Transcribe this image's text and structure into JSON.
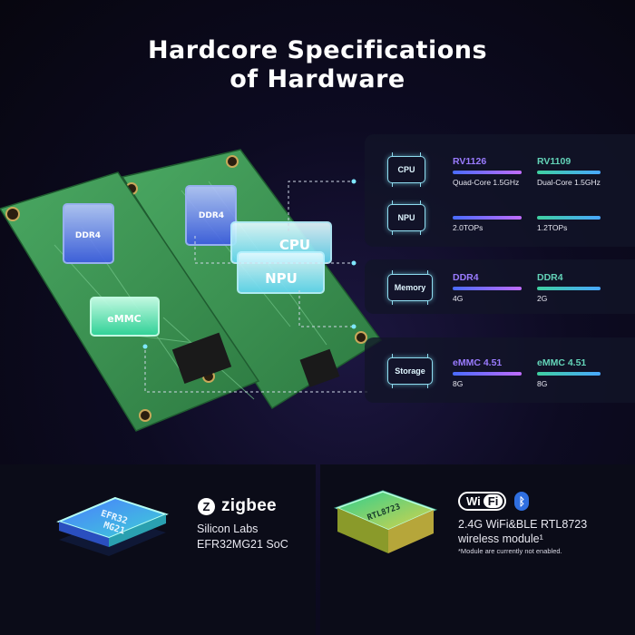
{
  "title": {
    "line1": "Hardcore Specifications",
    "line2": "of Hardware"
  },
  "illustration": {
    "chips": {
      "ddr4_left": "DDR4",
      "ddr4_right": "DDR4",
      "cpu": "CPU",
      "npu": "NPU",
      "emmc": "eMMC"
    }
  },
  "specs": {
    "cpu": {
      "icon_label": "CPU",
      "a": {
        "name": "RV1126",
        "detail": "Quad-Core 1.5GHz"
      },
      "b": {
        "name": "RV1109",
        "detail": "Dual-Core 1.5GHz"
      }
    },
    "npu": {
      "icon_label": "NPU",
      "a": {
        "detail": "2.0TOPs"
      },
      "b": {
        "detail": "1.2TOPs"
      }
    },
    "memory": {
      "icon_label": "Memory",
      "a": {
        "name": "DDR4",
        "detail": "4G"
      },
      "b": {
        "name": "DDR4",
        "detail": "2G"
      }
    },
    "storage": {
      "icon_label": "Storage",
      "a": {
        "name": "eMMC 4.51",
        "detail": "8G"
      },
      "b": {
        "name": "eMMC 4.51",
        "detail": "8G"
      }
    }
  },
  "zigbee": {
    "logo_text": "zigbee",
    "chip_label_1": "EFR32",
    "chip_label_2": "MG21",
    "line1": "Silicon Labs",
    "line2": "EFR32MG21 SoC"
  },
  "wifi": {
    "badge_wi": "Wi",
    "badge_fi": "Fi",
    "chip_label": "RTL8723",
    "line1": "2.4G WiFi&BLE RTL8723",
    "line2": "wireless module¹",
    "note": "*Module are currently not enabled."
  },
  "colors": {
    "accent_a": "#9a7bff",
    "accent_b": "#63d3b8",
    "board_green": "#3f9a55",
    "glow_cyan": "#7fe8ff"
  }
}
